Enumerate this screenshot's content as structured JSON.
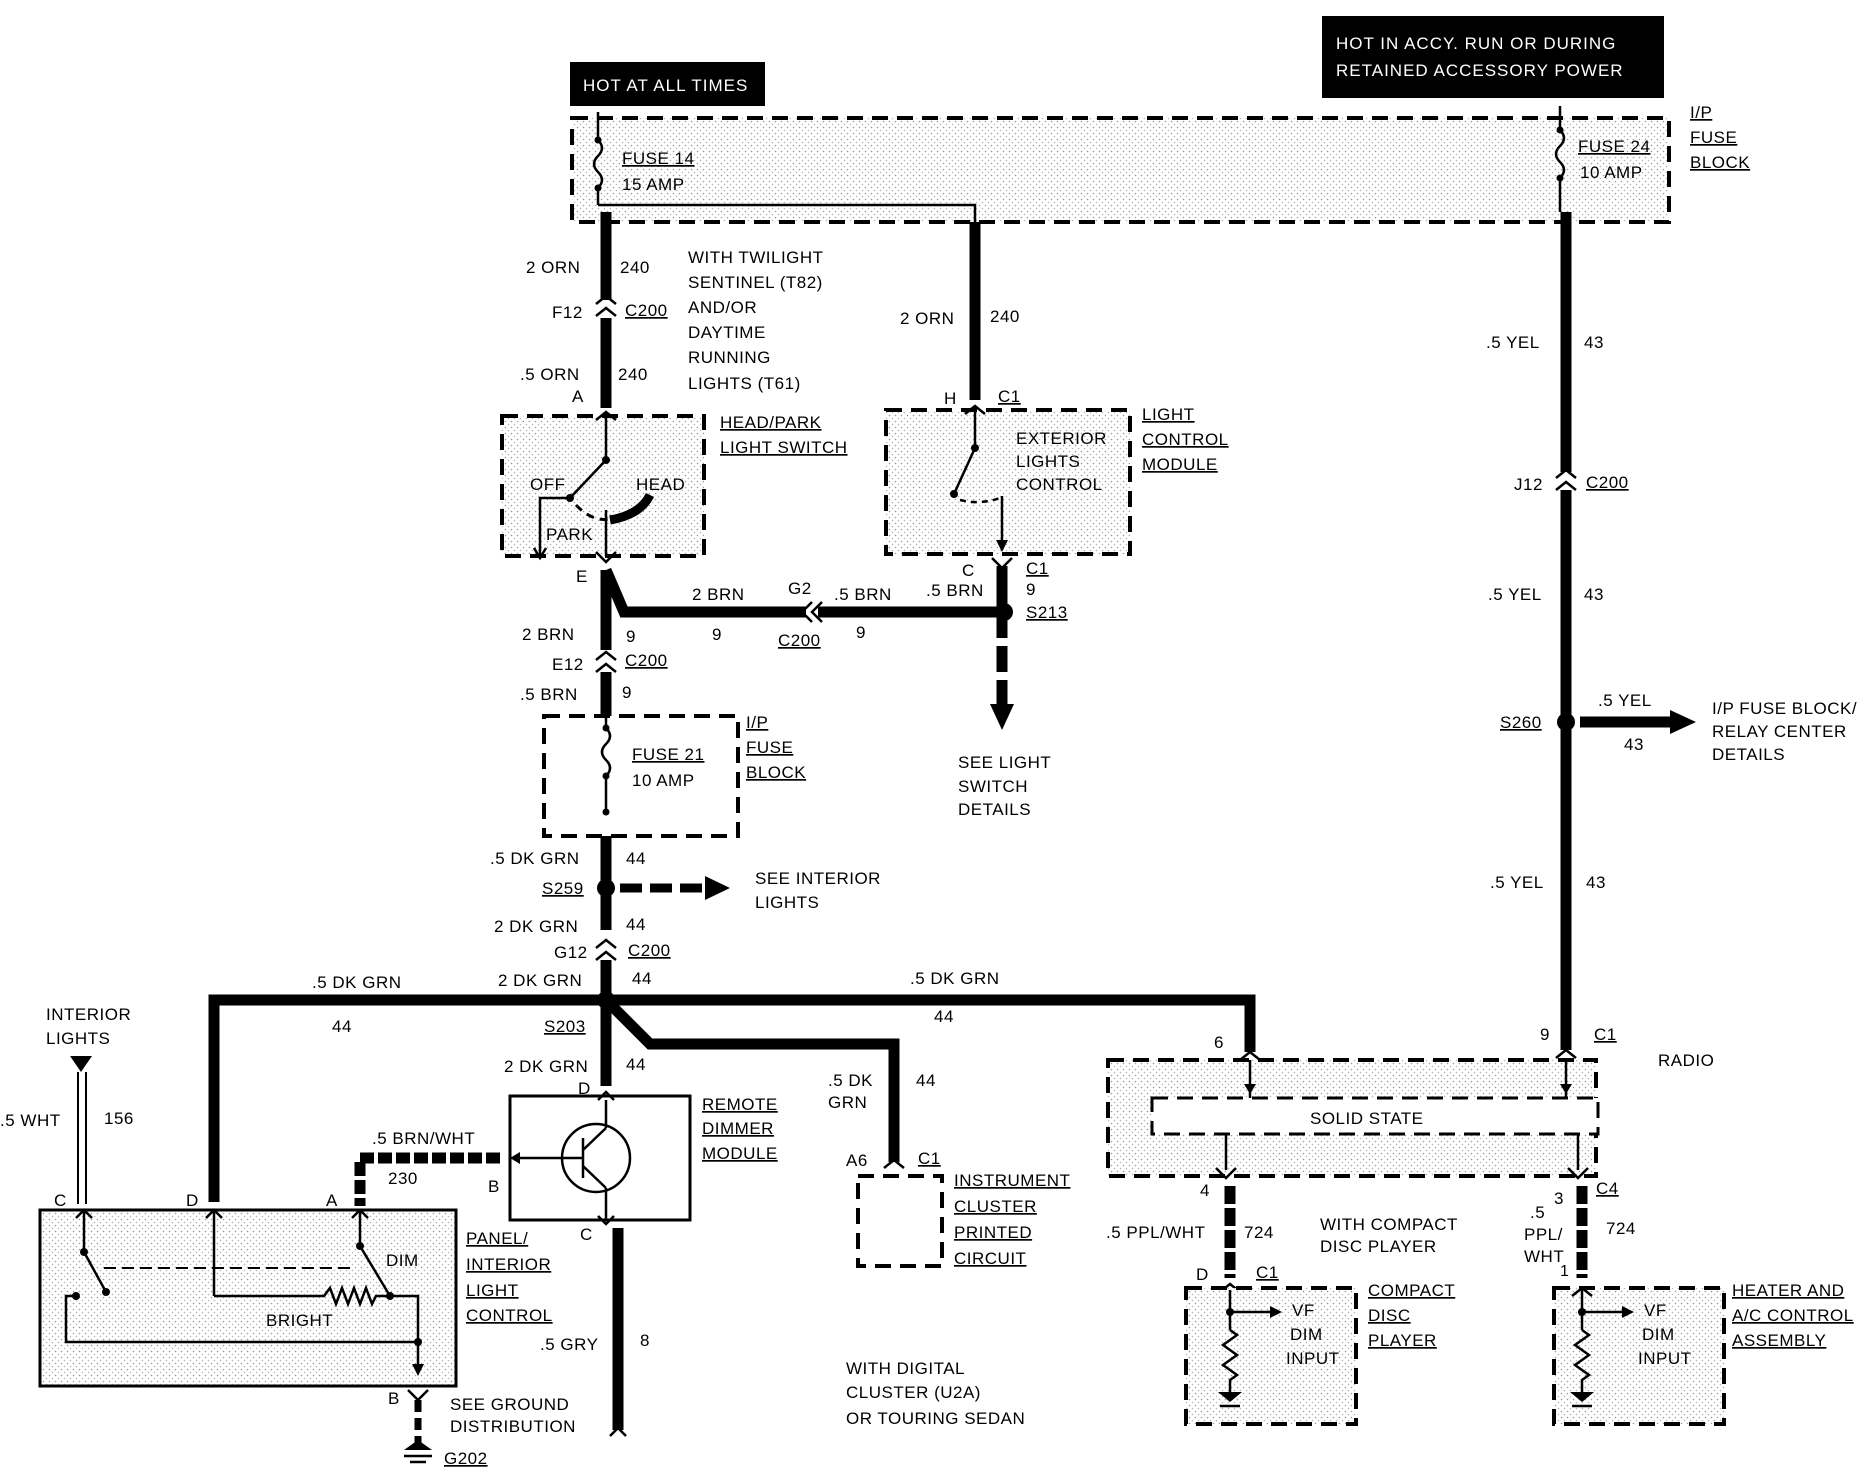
{
  "banners": {
    "hot_at_all_times": "HOT AT ALL TIMES",
    "hot_in_accy_line1": "HOT IN ACCY. RUN OR DURING",
    "hot_in_accy_line2": "RETAINED ACCESSORY POWER"
  },
  "fuse_block_top": {
    "label_line1": "I/P",
    "label_line2": "FUSE",
    "label_line3": "BLOCK",
    "fuse14_name": "FUSE 14",
    "fuse14_rating": "15 AMP",
    "fuse24_name": "FUSE 24",
    "fuse24_rating": "10 AMP"
  },
  "fuse_block_mid": {
    "label_line1": "I/P",
    "label_line2": "FUSE",
    "label_line3": "BLOCK",
    "fuse21_name": "FUSE 21",
    "fuse21_rating": "10 AMP"
  },
  "notes": {
    "twilight": [
      "WITH TWILIGHT",
      "SENTINEL (T82)",
      "AND/OR",
      "DAYTIME",
      "RUNNING",
      "LIGHTS (T61)"
    ],
    "see_light_switch": [
      "SEE LIGHT",
      "SWITCH",
      "DETAILS"
    ],
    "see_interior": [
      "SEE INTERIOR",
      "LIGHTS"
    ],
    "fuse_relay": [
      "I/P FUSE BLOCK/",
      "RELAY CENTER",
      "DETAILS"
    ],
    "interior_lights": [
      "INTERIOR",
      "LIGHTS"
    ],
    "see_ground": [
      "SEE GROUND",
      "DISTRIBUTION"
    ],
    "digital_cluster": [
      "WITH DIGITAL",
      "CLUSTER (U2A)",
      "OR TOURING SEDAN"
    ],
    "compact_disc": [
      "WITH COMPACT",
      "DISC PLAYER"
    ]
  },
  "components": {
    "head_park": {
      "label": [
        "HEAD/PARK",
        "LIGHT SWITCH"
      ],
      "off": "OFF",
      "head": "HEAD",
      "park": "PARK"
    },
    "light_control": {
      "label": [
        "LIGHT",
        "CONTROL",
        "MODULE"
      ],
      "inner": [
        "EXTERIOR",
        "LIGHTS",
        "CONTROL"
      ]
    },
    "remote_dimmer": {
      "label": [
        "REMOTE",
        "DIMMER",
        "MODULE"
      ]
    },
    "panel_interior": {
      "label": [
        "PANEL/",
        "INTERIOR",
        "LIGHT",
        "CONTROL"
      ],
      "dim": "DIM",
      "bright": "BRIGHT"
    },
    "instrument_cluster": {
      "label": [
        "INSTRUMENT",
        "CLUSTER",
        "PRINTED",
        "CIRCUIT"
      ]
    },
    "radio": {
      "label": "RADIO",
      "solid_state": "SOLID STATE"
    },
    "cd_player": {
      "label": [
        "COMPACT",
        "DISC",
        "PLAYER"
      ],
      "inner": [
        "VF",
        "DIM",
        "INPUT"
      ]
    },
    "heater_ac": {
      "label": [
        "HEATER AND",
        "A/C CONTROL",
        "ASSEMBLY"
      ],
      "inner": [
        "VF",
        "DIM",
        "INPUT"
      ]
    }
  },
  "wire_labels": {
    "w1_gauge": "2 ORN",
    "w1_circuit": "240",
    "w2_gauge": ".5 ORN",
    "w2_circuit": "240",
    "w3_gauge": "2 ORN",
    "w3_circuit": "240",
    "w4_gauge": "2 BRN",
    "w4_circuit": "9",
    "w5_gauge": ".5 BRN",
    "w5_circuit": "9",
    "w6_gauge": "2 BRN",
    "w6_circuit": "9",
    "w7_gauge": ".5 BRN",
    "w7_circuit": "9",
    "w8_gauge": ".5 BRN",
    "w8_circuit": "9",
    "w8b_circuit": "9",
    "w9_gauge": ".5 DK GRN",
    "w9_circuit": "44",
    "w10_gauge": "2 DK GRN",
    "w10_circuit": "44",
    "w11_gauge": "2 DK GRN",
    "w11_circuit": "44",
    "w12_gauge": ".5 DK GRN",
    "w12_circuit": "44",
    "w13_gauge": ".5 DK GRN",
    "w13_circuit": "44",
    "w14_gauge": "2 DK GRN",
    "w14_circuit": "44",
    "w15_gauge_a": ".5 DK",
    "w15_gauge_b": "GRN",
    "w15_circuit": "44",
    "w16_gauge": ".5 BRN/WHT",
    "w16_circuit": "230",
    "w17_gauge": ".5 WHT",
    "w17_circuit": "156",
    "w18_gauge": ".5 GRY",
    "w18_circuit": "8",
    "w19_gauge": ".5 YEL",
    "w19_circuit": "43",
    "w20_gauge": ".5 YEL",
    "w20_circuit": "43",
    "w21_gauge": ".5 YEL",
    "w21_circuit": "43",
    "w22_gauge": ".5 YEL",
    "w22_circuit": "43",
    "w23_gauge": ".5 PPL/WHT",
    "w23_circuit": "724",
    "w24_gauge_a": "PPL/",
    "w24_gauge_b": "WHT",
    "w24_circuit": "724",
    "w24_pre": ".5"
  },
  "connectors": {
    "f12": "F12",
    "c200": "C200",
    "a": "A",
    "e": "E",
    "e12": "E12",
    "h": "H",
    "c1": "C1",
    "c": "C",
    "g2": "G2",
    "s213": "S213",
    "s259": "S259",
    "g12": "G12",
    "s203": "S203",
    "d": "D",
    "b": "B",
    "a6": "A6",
    "j12": "J12",
    "s260": "S260",
    "c4": "C4",
    "pin6": "6",
    "pin9": "9",
    "pin4": "4",
    "pin3": "3",
    "pin1": "1",
    "g202": "G202"
  }
}
